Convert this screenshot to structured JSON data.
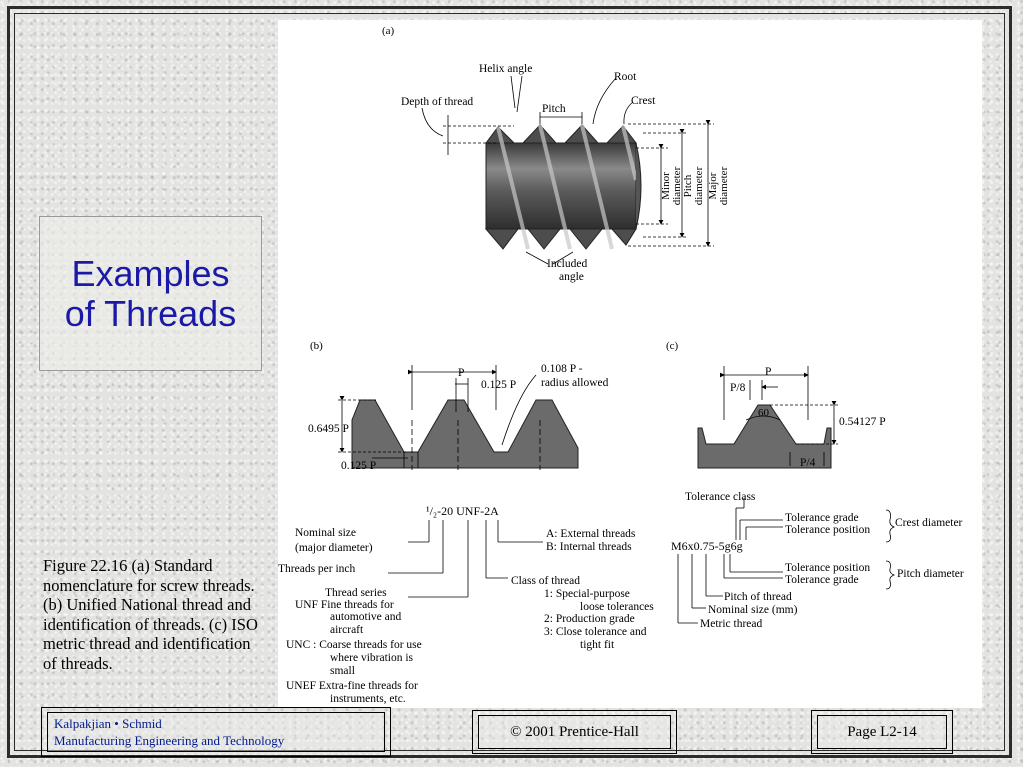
{
  "slide": {
    "title": "Examples\nof Threads",
    "caption": "Figure 22.16  (a) Standard nomenclature for screw threads.  (b) Unified National thread and identification of threads.  (c) ISO metric thread and identification of threads."
  },
  "footer": {
    "authors": "Kalpakjian • Schmid",
    "book": "Manufacturing Engineering and Technology",
    "copyright": "© 2001 Prentice-Hall",
    "page": "Page L2-14"
  },
  "figure": {
    "a": {
      "label": "(a)",
      "helix_angle": "Helix   angle",
      "root": "Root",
      "depth_of_thread": "Depth   of   thread",
      "pitch": "Pitch",
      "crest": "Crest",
      "minor_diameter_1": "Minor",
      "minor_diameter_2": "diameter",
      "pitch_diameter_1": "Pitch",
      "pitch_diameter_2": "diameter",
      "major_diameter_1": "Major",
      "major_diameter_2": "diameter",
      "included_angle_1": "Included",
      "included_angle_2": "angle"
    },
    "b": {
      "label": "(b)",
      "p": "P",
      "p_0125": "0.125   P",
      "radius_1": "0.108   P   -",
      "radius_2": "radius   allowed",
      "height": "0.6495   P",
      "root_flat": "0.125   P",
      "designation": "¹/₂-20   UNF-2A",
      "nominal_size_1": "Nominal  size",
      "nominal_size_2": "(major   diameter)",
      "threads_per_inch": "Threads   per   inch",
      "thread_series": "Thread   series",
      "unf_1": "UNF  Fine  threads  for",
      "unf_2": "automotive  and",
      "unf_3": "aircraft",
      "unc_1": "UNC  : Coarse  threads  for  use",
      "unc_2": "where  vibration  is",
      "unc_3": "small",
      "unef_1": "UNEF  Extra-fine  threads  for",
      "unef_2": "instruments,  etc.",
      "a_external": "A:   External   threads",
      "b_internal": "B:   Internal   threads",
      "class_of_thread": "Class   of   thread",
      "class_1a": "1:   Special-purpose",
      "class_1b": "loose  tolerances",
      "class_2": "2:   Production   grade",
      "class_3a": "3:   Close  tolerance   and",
      "class_3b": "tight   fit"
    },
    "c": {
      "label": "(c)",
      "p": "P",
      "p8": "P/8",
      "angle": "60",
      "height": "0.54127   P",
      "p4": "P/4",
      "designation": "M6x0.75-5g6g",
      "tolerance_class": "Tolerance   class",
      "tol_grade_1": "Tolerance   grade",
      "tol_position_1": "Tolerance   position",
      "crest_diameter": "Crest   diameter",
      "tol_position_2": "Tolerance   position",
      "tol_grade_2": "Tolerance   grade",
      "pitch_diameter": "Pitch   diameter",
      "pitch_of_thread": "Pitch   of   thread",
      "nominal_size": "Nominal   size   (mm)",
      "metric_thread": "Metric   thread"
    }
  },
  "colors": {
    "title": "#1a1aa6",
    "footer_text": "#001a8c",
    "thread_fill": "#6b6b6b"
  }
}
